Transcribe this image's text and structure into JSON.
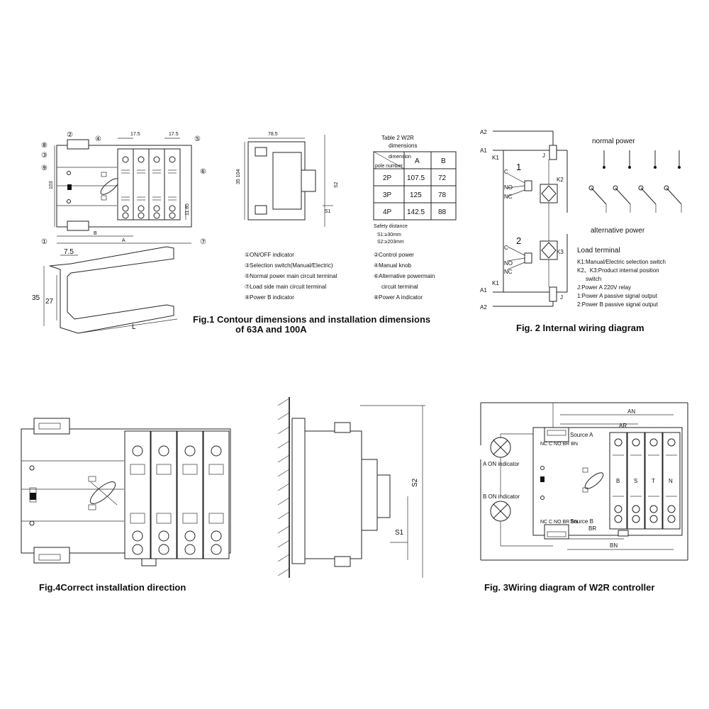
{
  "fig1": {
    "caption_line1": "Fig.1 Contour dimensions and installation dimensions",
    "caption_line2": "of 63A and 100A",
    "dims": {
      "d17_5_a": "17.5",
      "d17_5_b": "17.5",
      "d103": "103",
      "dB": "B",
      "dA": "A",
      "d11_85": "11.85",
      "d7_5": "7.5",
      "d35": "35",
      "d27": "27",
      "dL": "L",
      "d78_5": "78.5",
      "d35_104": "35 104",
      "dS2": "S2",
      "dS1": "S1"
    },
    "callouts": [
      "①",
      "②",
      "③",
      "④",
      "⑤",
      "⑥",
      "⑦",
      "⑧",
      "⑨"
    ],
    "legend": [
      "①ON/OFF indicator",
      "②Control power",
      "③Selection switch(Manual/Electric)",
      "④Manual knob",
      "⑤Normal power main circuit terminal",
      "⑥Alternative powermain",
      "circuit terminal",
      "⑦Load side main circuit terminal",
      "⑧Power A indicator",
      "⑨Power B indicator"
    ]
  },
  "table2": {
    "title_line1": "Table 2 W2R",
    "title_line2": "dimensions",
    "corner_top": "dimension",
    "corner_bottom": "pole number",
    "headers": [
      "A",
      "B"
    ],
    "rows": [
      {
        "pole": "2P",
        "A": "107.5",
        "B": "72"
      },
      {
        "pole": "3P",
        "A": "125",
        "B": "78"
      },
      {
        "pole": "4P",
        "A": "142.5",
        "B": "88"
      }
    ],
    "safety_title": "Safety distance",
    "safety_s1": "S1:≥30mm",
    "safety_s2": "S2:≥203mm"
  },
  "fig2": {
    "caption": "Fig. 2 Internal wiring diagram",
    "labels": {
      "A2_top": "A2",
      "A1_top": "A1",
      "K1_top": "K1",
      "C1": "C",
      "NO1": "NO",
      "NC1": "NC",
      "num1": "1",
      "J1": "J",
      "K2": "K2",
      "C2": "C",
      "NO2": "NO",
      "NC2": "NC",
      "num2": "2",
      "K3": "K3",
      "J2": "J",
      "A1_bot": "A1",
      "K1_bot": "K1",
      "A2_bot": "A2"
    },
    "normal_power": "normal power",
    "alternative_power": "alternative power",
    "load_terminal": "Load terminal",
    "legend": [
      "K1:Manual/Electric selection switch",
      "K2、K3:Product internal position",
      "switch",
      "J:Power A 220V relay",
      "1:Power A passive signal output",
      "2:Power B passive signal output"
    ]
  },
  "fig4": {
    "caption": "Fig.4Correct installation direction",
    "s1": "S1",
    "s2": "S2"
  },
  "fig3": {
    "caption": "Fig. 3Wiring diagram of W2R controller",
    "an": "AN",
    "ar": "AR",
    "source_a": "Source A",
    "source_b": "Source B",
    "br": "BR",
    "bn": "BN",
    "a_on": "A ON indicator",
    "b_on": "B ON indicator",
    "phases": [
      "B",
      "S",
      "T",
      "N"
    ],
    "terminal_text": "NC C NO BR BN"
  }
}
